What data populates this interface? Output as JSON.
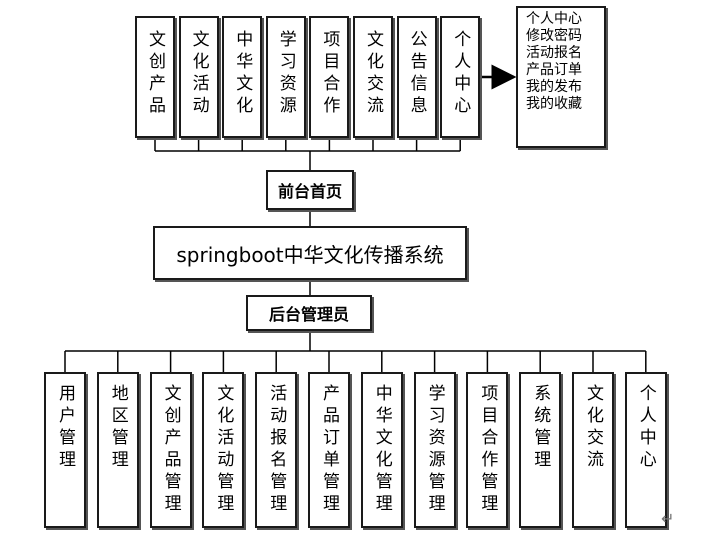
{
  "root": "springboot中华文化传播系统",
  "front": {
    "label": "前台首页",
    "modules": [
      "文创产品",
      "文化活动",
      "中华文化",
      "学习资源",
      "项目合作",
      "文化交流",
      "公告信息",
      "个人中心"
    ],
    "personal_center_items": [
      "个人中心",
      "修改密码",
      "活动报名",
      "产品订单",
      "我的发布",
      "我的收藏"
    ]
  },
  "back": {
    "label": "后台管理员",
    "modules": [
      "用户管理",
      "地区管理",
      "文创产品管理",
      "文化活动管理",
      "活动报名管理",
      "产品订单管理",
      "中华文化管理",
      "学习资源管理",
      "项目合作管理",
      "系统管理",
      "文化交流",
      "个人中心"
    ]
  },
  "return_mark": "↵"
}
